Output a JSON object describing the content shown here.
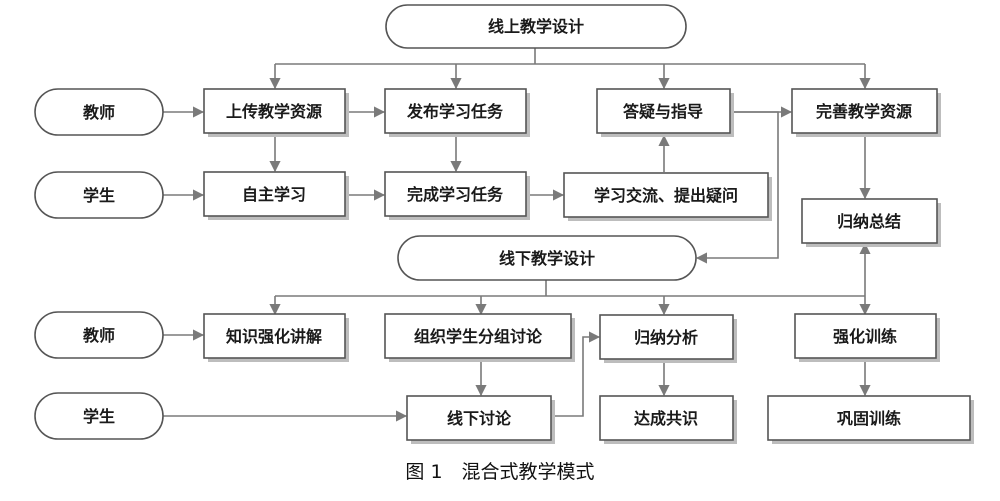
{
  "nodes": {
    "online_design": "线上教学设计",
    "teacher_1": "教师",
    "student_1": "学生",
    "upload_resources": "上传教学资源",
    "publish_tasks": "发布学习任务",
    "answer_guide": "答疑与指导",
    "improve_resources": "完善教学资源",
    "self_study": "自主学习",
    "complete_tasks": "完成学习任务",
    "exchange_questions": "学习交流、提出疑问",
    "summarize": "归纳总结",
    "offline_design": "线下教学设计",
    "teacher_2": "教师",
    "student_2": "学生",
    "knowledge_explain": "知识强化讲解",
    "organize_discussion": "组织学生分组讨论",
    "induct_analysis": "归纳分析",
    "intensive_training": "强化训练",
    "offline_discussion": "线下讨论",
    "consensus": "达成共识",
    "consolidation": "巩固训练"
  },
  "caption": "图 1　混合式教学模式"
}
